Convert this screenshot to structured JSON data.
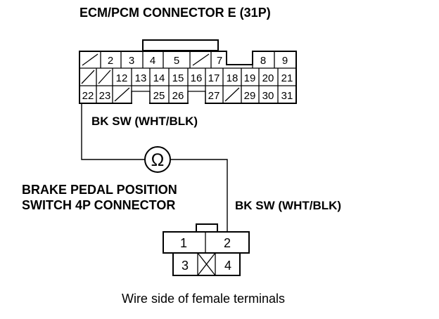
{
  "ecm_title": "ECM/PCM CONNECTOR E (31P)",
  "ecm_wire_label": "BK SW (WHT/BLK)",
  "ohm_symbol": "Ω",
  "switch_title_line1": "BRAKE PEDAL POSITION",
  "switch_title_line2": "SWITCH 4P CONNECTOR",
  "switch_wire_label": "BK SW (WHT/BLK)",
  "caption": "Wire side of female terminals",
  "ecm_rows": [
    [
      "",
      "2",
      "3",
      "4",
      "5",
      "",
      "7",
      "",
      "8",
      "9"
    ],
    [
      "",
      "",
      "12",
      "13",
      "14",
      "15",
      "16",
      "17",
      "18",
      "19",
      "20",
      "21"
    ],
    [
      "22",
      "23",
      "",
      "25",
      "26",
      "27",
      "",
      "29",
      "30",
      "31"
    ]
  ],
  "switch_pins": [
    "1",
    "2",
    "3",
    "4"
  ]
}
